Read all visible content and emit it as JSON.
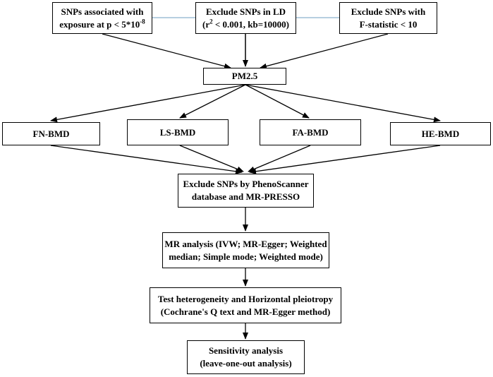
{
  "top_boxes": {
    "snps_exposure": {
      "line1": "SNPs associated with",
      "line2_prefix": "exposure at p < 5*10",
      "line2_sup": "-8"
    },
    "exclude_ld": {
      "line1": "Exclude SNPs in LD",
      "line2_open": "(r",
      "line2_sup": "2",
      "line2_rest": " < 0.001, kb=10000)"
    },
    "exclude_f": {
      "line1": "Exclude SNPs with",
      "line2": "F-statistic < 10"
    }
  },
  "pm25": {
    "label": "PM2.5"
  },
  "outcomes": [
    {
      "label": "FN-BMD"
    },
    {
      "label": "LS-BMD"
    },
    {
      "label": "FA-BMD"
    },
    {
      "label": "HE-BMD"
    }
  ],
  "exclude_pheno": {
    "line1": "Exclude SNPs by PhenoScanner",
    "line2": "database and MR-PRESSO"
  },
  "mr_analysis": {
    "line1": "MR analysis (IVW; MR-Egger; Weighted",
    "line2": "median; Simple mode; Weighted mode)"
  },
  "test_het": {
    "line1": "Test heterogeneity and Horizontal pleiotropy",
    "line2": "(Cochrane's Q text and MR-Egger method)"
  },
  "sensitivity": {
    "line1": "Sensitivity analysis",
    "line2": "(leave-one-out analysis)"
  },
  "colors": {
    "box_border": "#000000",
    "connector_line": "#9fbfd6",
    "arrow": "#000000"
  }
}
